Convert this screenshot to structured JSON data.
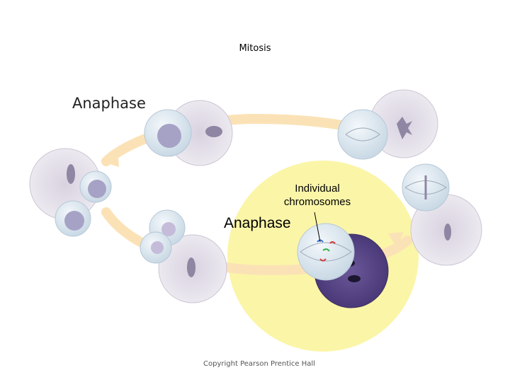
{
  "slide": {
    "title": "Mitosis",
    "stage_label": "Anaphase",
    "callout": [
      "Individual",
      "chromosomes"
    ],
    "highlight_label": "Anaphase",
    "copyright": "Copyright Pearson Prentice Hall"
  },
  "colors": {
    "highlight": "#fbf5a8",
    "arrow": "#fbe2b6",
    "tissue": "#ece8ef",
    "active_cell": "#5b4689",
    "cell_disc": "#e7f0f6"
  }
}
